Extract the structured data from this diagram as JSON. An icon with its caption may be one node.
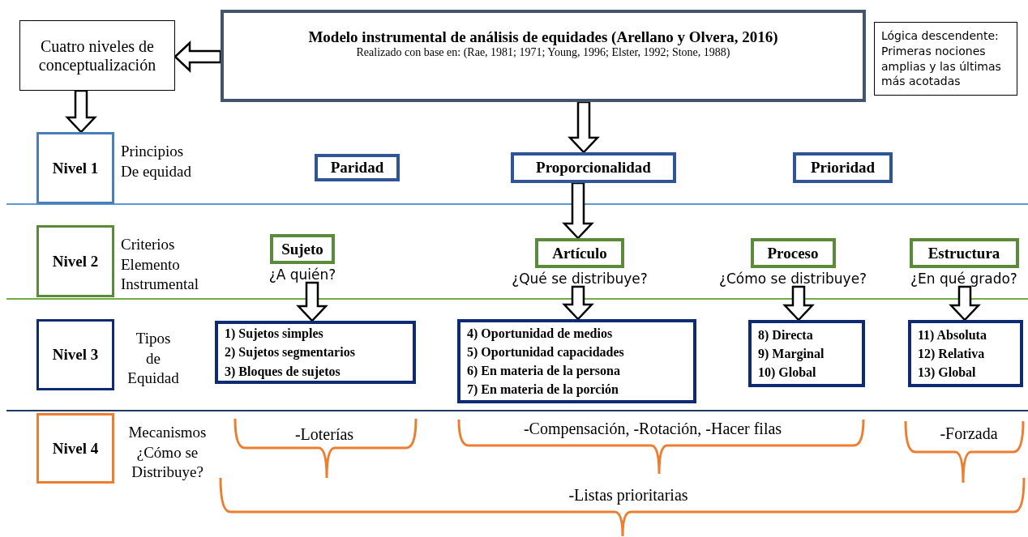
{
  "diagram": {
    "nodes": [
      {
        "text": [
          "Modelo instrumental de análisis de equidades (Arellano y Olvera, 2016)",
          "Realizado con base en:  (Rae, 1981; 1971; Young, 1996; Elster, 1992; Stone, 1988)"
        ]
      },
      {
        "text": [
          "Cuatro niveles de conceptualización"
        ]
      },
      {
        "text": [
          "Lógica descendente: Primeras nociones amplias y las últimas más acotadas"
        ]
      },
      {
        "text": [
          "Nivel 1"
        ],
        "beside": [
          "Principios De equidad"
        ]
      },
      {
        "text": [
          "Paridad"
        ]
      },
      {
        "text": [
          "Proporcionalidad"
        ]
      },
      {
        "text": [
          "Prioridad"
        ]
      },
      {
        "text": [
          "Nivel 2"
        ],
        "beside": [
          "Criterios Elemento Instrumental"
        ]
      },
      {
        "text": [
          "Sujeto"
        ],
        "beside": [
          "¿A quién?"
        ]
      },
      {
        "text": [
          "Artículo"
        ],
        "beside": [
          "¿Qué se distribuye?"
        ]
      },
      {
        "text": [
          "Proceso"
        ],
        "beside": [
          "¿Cómo se distribuye?"
        ]
      },
      {
        "text": [
          "Estructura"
        ],
        "beside": [
          "¿En qué grado?"
        ]
      },
      {
        "text": [
          "Nivel 3"
        ],
        "beside": [
          "Tipos de Equidad"
        ]
      },
      {
        "text": [
          "1) Sujetos simples",
          "2) Sujetos segmentarios",
          "3) Bloques de sujetos"
        ]
      },
      {
        "text": [
          "4) Oportunidad de medios",
          "5) Oportunidad capacidades",
          "6) En materia de la persona",
          "7) En materia de la porción"
        ]
      },
      {
        "text": [
          "8) Directa",
          "9) Marginal",
          "10) Global"
        ]
      },
      {
        "text": [
          "11) Absoluta",
          "12) Relativa",
          "13) Global"
        ]
      },
      {
        "text": [
          "Nivel 4"
        ],
        "beside": [
          "Mecanismos ¿Cómo se Distribuye?"
        ]
      }
    ],
    "edges": [
      {
        "from": 0,
        "to": 1,
        "arrow": "to"
      },
      {
        "from": 1,
        "to": 3,
        "arrow": "to"
      },
      {
        "from": 0,
        "to": 5,
        "arrow": "to"
      },
      {
        "from": 5,
        "to": 9,
        "arrow": "to"
      },
      {
        "from": 8,
        "to": 13,
        "arrow": "to"
      },
      {
        "from": 9,
        "to": 14,
        "arrow": "to"
      },
      {
        "from": 10,
        "to": 15,
        "arrow": "to"
      },
      {
        "from": 11,
        "to": 16,
        "arrow": "to"
      }
    ],
    "labels": [
      "-Loterías",
      "-Compensación, -Rotación, -Hacer filas",
      "-Forzada",
      "-Listas prioritarias"
    ]
  }
}
